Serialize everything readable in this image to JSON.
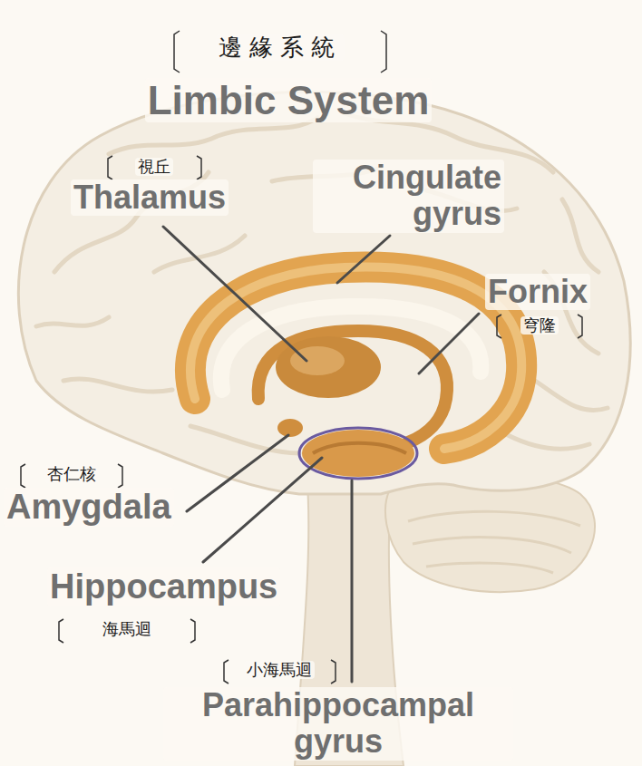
{
  "diagram": {
    "title": "Limbic System",
    "labels": [
      "邊緣系統",
      "視丘",
      "Thalamus",
      "Cingulate gyrus",
      "Fornix",
      "穹隆",
      "杏仁核",
      "Amygdala",
      "Hippocampus",
      "海馬迴",
      "小海馬迴",
      "Parahippocampal gyrus"
    ]
  }
}
